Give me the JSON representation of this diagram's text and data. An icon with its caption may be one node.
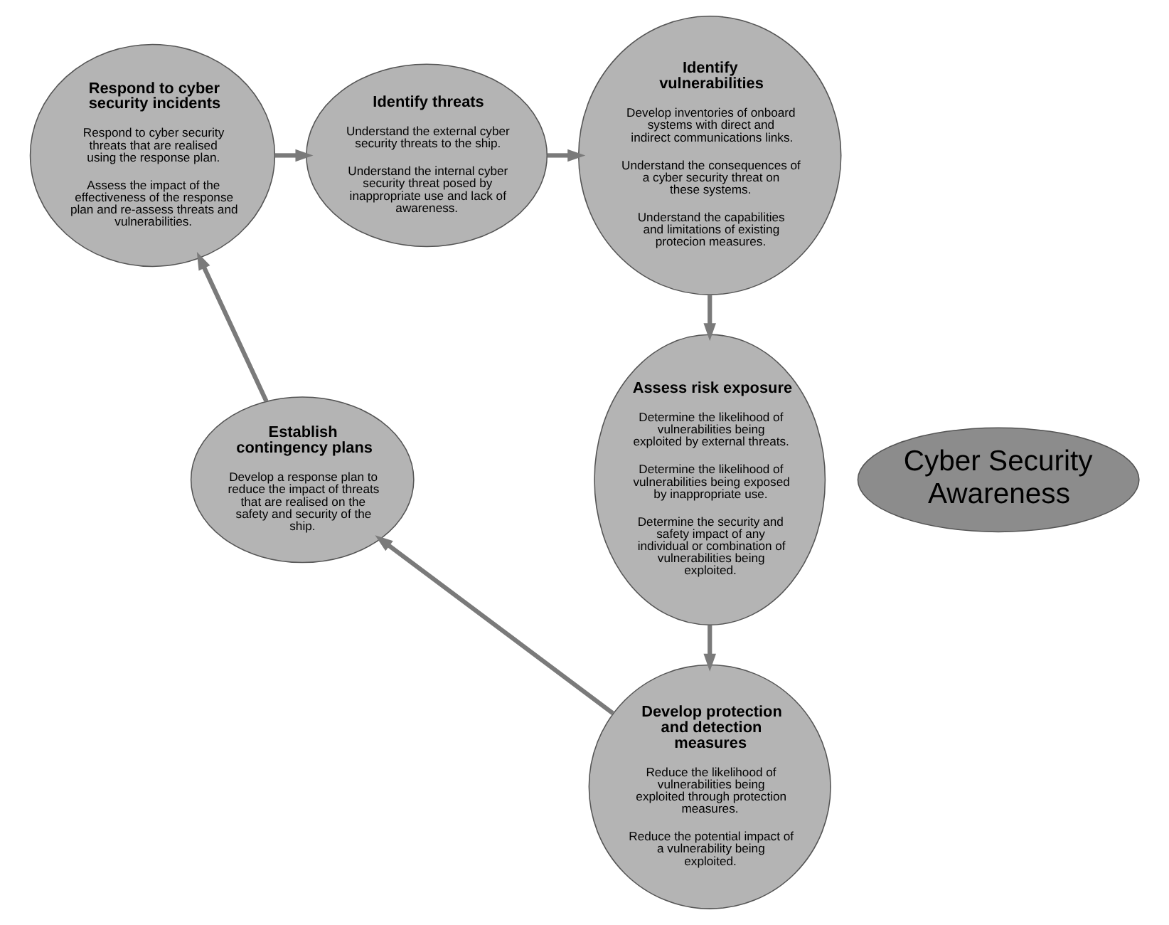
{
  "diagram": {
    "nodes": [
      {
        "text": [
          "Cyber Security Awareness"
        ]
      },
      {
        "text": [
          "Identify threats",
          "Understand the external cyber security threats to the ship.",
          "Understand the internal cyber security threat posed by inappropriate use and lack of awareness."
        ]
      },
      {
        "text": [
          "Identify vulnerabilities",
          "Develop inventories of onboard systems with direct and indirect communications links.",
          "Understand the consequences of a cyber security threat on these systems.",
          "Understand the capabilities and limitations of existing protecion measures."
        ]
      },
      {
        "text": [
          "Assess risk exposure",
          "Determine the likelihood of vulnerabilities being exploited by external threats.",
          "Determine the likelihood of vulnerabilities being exposed by inappropriate use.",
          "Determine the security and safety impact of any individual or combination of vulnerabilities being exploited."
        ]
      },
      {
        "text": [
          "Develop protection and detection measures",
          "Reduce the likelihood of vulnerabilities being exploited through protection measures.",
          "Reduce the potential impact of a vulnerability being exploited."
        ]
      },
      {
        "text": [
          "Establish contingency plans",
          "Develop a response plan to reduce the impact of threats that are realised on the safety and security of the ship."
        ]
      },
      {
        "text": [
          "Respond to cyber security incidents",
          "Respond to cyber security threats that are realised using the response plan.",
          "Assess the impact of the effectiveness of the response plan and re-assess threats and vulnerabilities."
        ]
      }
    ],
    "edges": [
      {
        "from": 1,
        "to": 2,
        "arrow": "to"
      },
      {
        "from": 2,
        "to": 3,
        "arrow": "to"
      },
      {
        "from": 3,
        "to": 4,
        "arrow": "to"
      },
      {
        "from": 4,
        "to": 5,
        "arrow": "to"
      },
      {
        "from": 5,
        "to": 6,
        "arrow": "to"
      },
      {
        "from": 6,
        "to": 1,
        "arrow": "to"
      }
    ]
  }
}
